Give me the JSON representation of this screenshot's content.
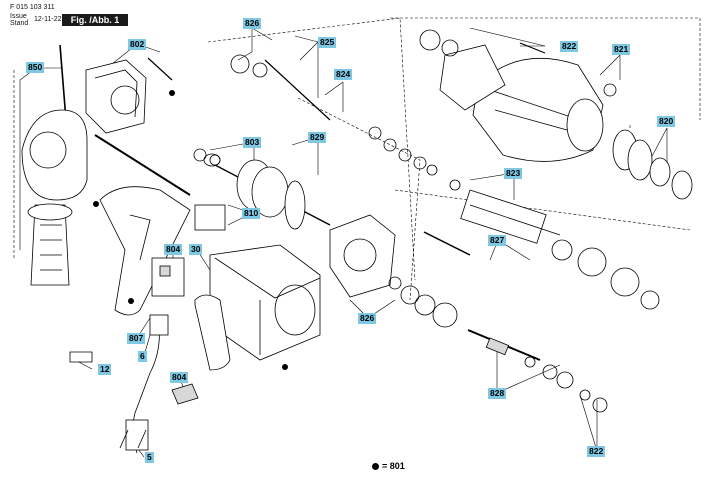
{
  "header": {
    "drawing_number": "F 015 103 311",
    "issue_label": "Issue",
    "stand_label": "Stand",
    "date": "12-11-22",
    "figure_label": "Fig. /Abb. 1"
  },
  "legend": {
    "text": "= 801"
  },
  "callouts": {
    "c826_top": "826",
    "c825": "825",
    "c822_top": "822",
    "c821": "821",
    "c802": "802",
    "c850": "850",
    "c824": "824",
    "c820": "820",
    "c803": "803",
    "c829": "829",
    "c823": "823",
    "c810": "810",
    "c804_mid": "804",
    "c30": "30",
    "c827": "827",
    "c826_bot": "826",
    "c807": "807",
    "c6": "6",
    "c12": "12",
    "c804_bot": "804",
    "c828": "828",
    "c5": "5",
    "c822_bot": "822"
  },
  "colors": {
    "callout_bg": "#7ec8e3",
    "line": "#000000",
    "part_fill": "#ffffff",
    "shade": "#d8d8d8"
  }
}
